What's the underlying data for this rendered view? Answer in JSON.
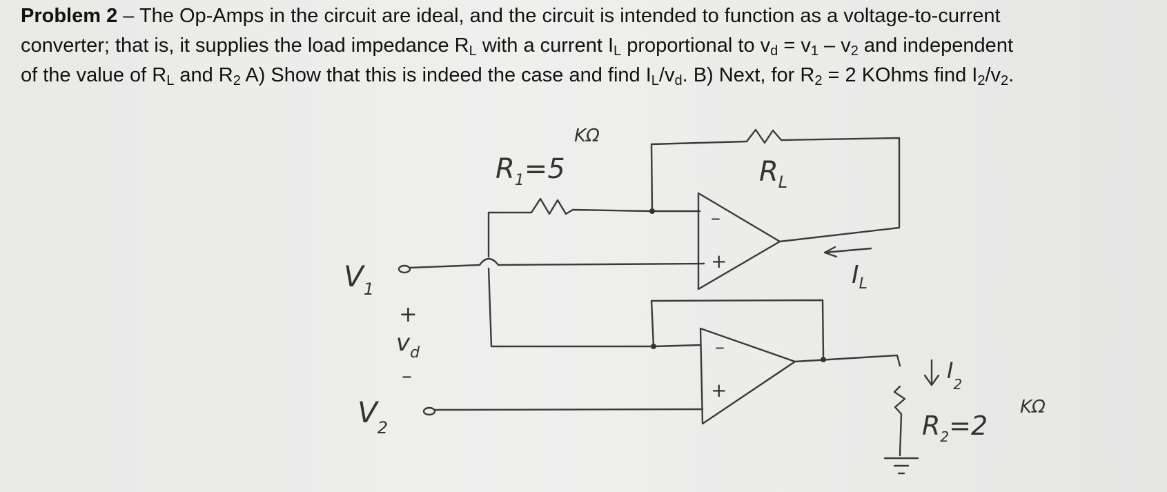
{
  "problem": {
    "heading": "Problem 2",
    "dash": " – ",
    "s1": "The Op-Amps in the circuit are ideal, and the circuit is intended to function as a voltage-to-current converter; that is, it supplies the load impedance R",
    "rl_sub": "L",
    "s2": " with a current I",
    "il_sub": "L",
    "s3": " proportional to v",
    "vd_sub": "d",
    "s4": " = v",
    "v1_sub": "1",
    "s5": " – v",
    "v2_sub": "2",
    "s6": " and independent of the value of R",
    "rl_sub2": "L",
    "s7": " and R",
    "r2_sub": "2",
    "s8": " A) Show that this is indeed the case and find I",
    "il_sub2": "L",
    "s9": "/v",
    "vd_sub2": "d",
    "s10": ". B) Next, for R",
    "r2_sub2": "2",
    "s11": " = 2 KOhms find I",
    "i2_sub": "2",
    "s12": "/v",
    "v2_sub2": "2",
    "s13": "."
  },
  "circuit": {
    "r1_label": "R",
    "r1_sub": "1",
    "r1_eq": "=5",
    "r1_unit": "KΩ",
    "rl_label": "R",
    "rl_sub": "L",
    "v1_label": "V",
    "v1_sub": "1",
    "v2_label": "V",
    "v2_sub": "2",
    "vd_plus": "+",
    "vd_label": "v",
    "vd_sub": "d",
    "vd_minus": "–",
    "il_label": "I",
    "il_sub": "L",
    "i2_label": "I",
    "i2_sub": "2",
    "r2_label": "R",
    "r2_sub": "2",
    "r2_eq": "=2",
    "r2_unit": "KΩ",
    "opamp1_minus": "–",
    "opamp1_plus": "+",
    "opamp2_minus": "–",
    "opamp2_plus": "+"
  }
}
